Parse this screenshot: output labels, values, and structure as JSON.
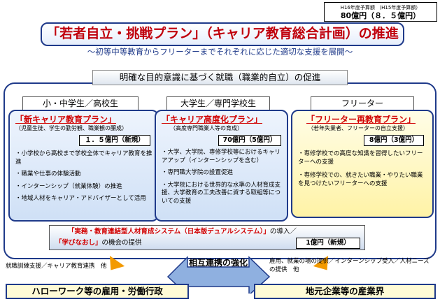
{
  "budget": {
    "note": "H16年度予算額 （H15年度予算額）",
    "amount": "80億円（８．５億円）"
  },
  "title": "「若者自立・挑戦プラン」（キャリア教育総合計画）の推進",
  "subtitle": "～初等中等教育からフリーターまでそれぞれに応じた適切な支援を展開～",
  "goal": "明確な目的意識に基づく就職（職業的自立）の促進",
  "columns": [
    {
      "header": "小・中学生／高校生",
      "plan_name": "「新キャリア教育プラン」",
      "plan_sub": "（児童生徒、学生の勤労観、職業観の醸成）",
      "plan_budget": "１．５億円（新規）",
      "items": [
        "・小学校から高校まで学校全体でキャリア教育を推進",
        "・職業や仕事の体験活動",
        "・インターンシップ（就業体験）の推進",
        "・地域人材をキャリア・アドバイザーとして活用"
      ]
    },
    {
      "header": "大学生／専門学校生",
      "plan_name": "「キャリア高度化プラン」",
      "plan_sub": "（高度専門職業人等の育成）",
      "plan_budget": "70億円（5億円）",
      "items": [
        "・大学、大学院、専修学校等におけるキャリアアップ（インターンシップを含む）",
        "・専門職大学院の設置促進",
        "・大学院における世界的な水準の人材育成支援、大学教育の工夫改善に資する取組等についての支援"
      ]
    },
    {
      "header": "フリーター",
      "plan_name": "「フリーター再教育プラン」",
      "plan_sub": "（若年失業者、フリーターの自立支援）",
      "plan_budget": "8億円（3億円）",
      "items": [
        "・専修学校での高度な知識を習得したいフリーターへの支援",
        "・専修学校での、就きたい職業・やりたい職業を見つけたいフリーターへの支援"
      ]
    }
  ],
  "banner": {
    "line1_red": "「実務・教育連結型人材育成システム（日本版デュアルシステム）」",
    "line1_rest": "の導入／",
    "line2_red": "「学びなおし」",
    "line2_rest": "の機会の提供",
    "budget": "1億円（新規）"
  },
  "mutual": "相互連携の強化",
  "left_note": "就職訓練支援／キャリア教育連携　他",
  "right_note": "雇用、就業の場の提供／インターンシップ受入／人材ニーズの提供　他",
  "left_box": "ハローワーク等の雇用・労働行政",
  "right_box": "地元企業等の産業界"
}
